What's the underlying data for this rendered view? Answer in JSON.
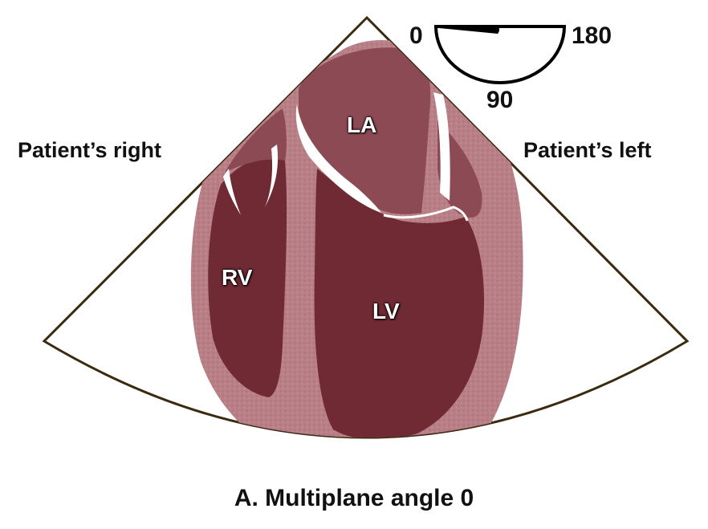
{
  "diagram": {
    "caption": "A. Multiplane angle 0",
    "orientation": {
      "left": "Patient’s right",
      "right": "Patient’s left"
    },
    "chambers": {
      "la": "LA",
      "lv": "LV",
      "rv": "RV"
    },
    "angle_indicator": {
      "min": "0",
      "mid": "90",
      "max": "180",
      "current_angle": 0
    },
    "colors": {
      "sector_outline": "#3a2a10",
      "myocardium": "#b97f86",
      "cavity": "#6f2a33",
      "atrium": "#8c4a55",
      "valve": "#ffffff"
    }
  }
}
